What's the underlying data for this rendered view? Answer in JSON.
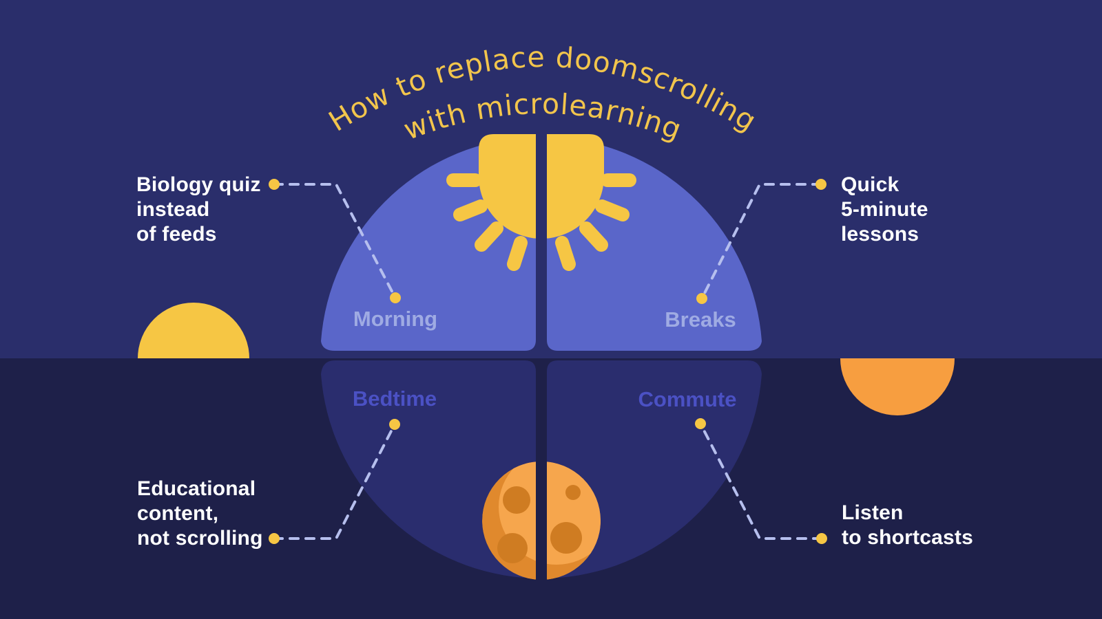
{
  "title": {
    "line1": "How to replace doomscrolling",
    "line2": "with microlearning"
  },
  "quadrants": {
    "morning": {
      "label": "Morning",
      "callout_lines": [
        "Biology quiz",
        "instead",
        "of feeds"
      ]
    },
    "breaks": {
      "label": "Breaks",
      "callout_lines": [
        "Quick",
        "5-minute",
        "lessons"
      ]
    },
    "bedtime": {
      "label": "Bedtime",
      "callout_lines": [
        "Educational",
        "content,",
        "not scrolling"
      ]
    },
    "commute": {
      "label": "Commute",
      "callout_lines": [
        "Listen",
        "to shortcasts"
      ]
    }
  },
  "icons": {
    "sun": "sun-icon",
    "moon": "moon-icon",
    "rising_sun": "rising-sun-icon",
    "setting_sun": "setting-sun-icon"
  },
  "colors": {
    "sky_background": "#2a2e6b",
    "night_background": "#1e2049",
    "day_quadrant": "#5a66c9",
    "night_quadrant": "#2a2d6e",
    "accent_yellow": "#f6c644",
    "accent_orange": "#f79e40",
    "moon_light": "#f6a64d",
    "moon_shadow": "#e0892d",
    "moon_crater": "#cf7c22",
    "title_yellow": "#f2c54c",
    "day_label": "#9fabe3",
    "night_label": "#4b51c4",
    "connector": "#b6bfee",
    "callout_text": "#ffffff"
  }
}
